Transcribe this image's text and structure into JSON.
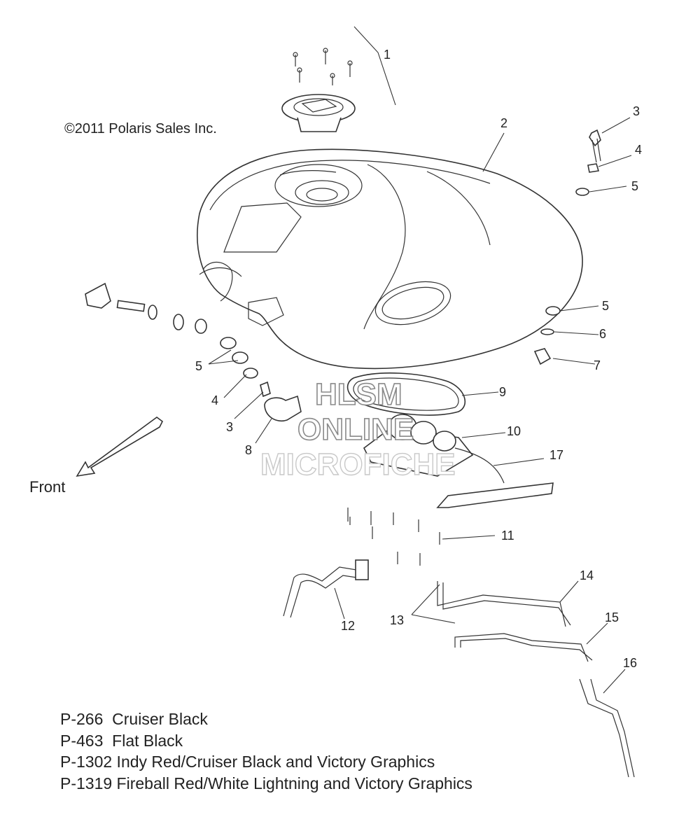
{
  "copyright": "©2011 Polaris Sales Inc.",
  "front_label": "Front",
  "watermark": {
    "line1": "HLSM",
    "line2": "ONLINE",
    "line3": "MICROFICHE"
  },
  "callouts": [
    {
      "id": "c1",
      "text": "1"
    },
    {
      "id": "c2",
      "text": "2"
    },
    {
      "id": "c3a",
      "text": "3"
    },
    {
      "id": "c4a",
      "text": "4"
    },
    {
      "id": "c5a",
      "text": "5"
    },
    {
      "id": "c5b",
      "text": "5"
    },
    {
      "id": "c6",
      "text": "6"
    },
    {
      "id": "c7",
      "text": "7"
    },
    {
      "id": "c9",
      "text": "9"
    },
    {
      "id": "c10",
      "text": "10"
    },
    {
      "id": "c17",
      "text": "17"
    },
    {
      "id": "c5c",
      "text": "5"
    },
    {
      "id": "c4b",
      "text": "4"
    },
    {
      "id": "c3b",
      "text": "3"
    },
    {
      "id": "c8",
      "text": "8"
    },
    {
      "id": "c11",
      "text": "11"
    },
    {
      "id": "c14",
      "text": "14"
    },
    {
      "id": "c15",
      "text": "15"
    },
    {
      "id": "c13",
      "text": "13"
    },
    {
      "id": "c12",
      "text": "12"
    },
    {
      "id": "c16",
      "text": "16"
    }
  ],
  "notes": [
    "P-266  Cruiser Black",
    "P-463  Flat Black",
    "P-1302 Indy Red/Cruiser Black and Victory Graphics",
    "P-1319 Fireball Red/White Lightning and Victory Graphics"
  ]
}
